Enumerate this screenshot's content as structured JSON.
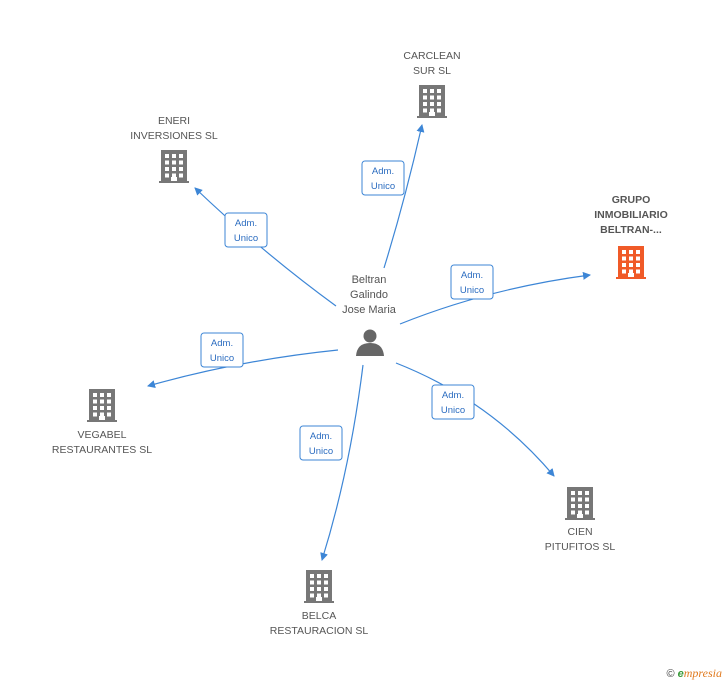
{
  "center": {
    "name_lines": [
      "Beltran",
      "Galindo",
      "Jose Maria"
    ],
    "icon": "person-icon"
  },
  "companies": [
    {
      "id": "carclean",
      "lines": [
        "CARCLEAN",
        "SUR SL"
      ],
      "role": [
        "Adm.",
        "Unico"
      ],
      "highlight": false,
      "icon": "building-icon"
    },
    {
      "id": "eneri",
      "lines": [
        "ENERI",
        "INVERSIONES SL"
      ],
      "role": [
        "Adm.",
        "Unico"
      ],
      "highlight": false,
      "icon": "building-icon"
    },
    {
      "id": "grupo",
      "lines": [
        "GRUPO",
        "INMOBILIARIO",
        "BELTRAN-..."
      ],
      "role": [
        "Adm.",
        "Unico"
      ],
      "highlight": true,
      "icon": "building-icon"
    },
    {
      "id": "vegabel",
      "lines": [
        "VEGABEL",
        "RESTAURANTES SL"
      ],
      "role": [
        "Adm.",
        "Unico"
      ],
      "highlight": false,
      "icon": "building-icon"
    },
    {
      "id": "cien",
      "lines": [
        "CIEN",
        "PITUFITOS SL"
      ],
      "role": [
        "Adm.",
        "Unico"
      ],
      "highlight": false,
      "icon": "building-icon"
    },
    {
      "id": "belca",
      "lines": [
        "BELCA",
        "RESTAURACION SL"
      ],
      "role": [
        "Adm.",
        "Unico"
      ],
      "highlight": false,
      "icon": "building-icon"
    }
  ],
  "colors": {
    "edge": "#3d86d6",
    "building": "#777777",
    "building_highlight": "#f05a28",
    "person": "#666666"
  },
  "footer": {
    "copyright": "©",
    "brand_initial": "e",
    "brand_rest": "mpresia"
  }
}
